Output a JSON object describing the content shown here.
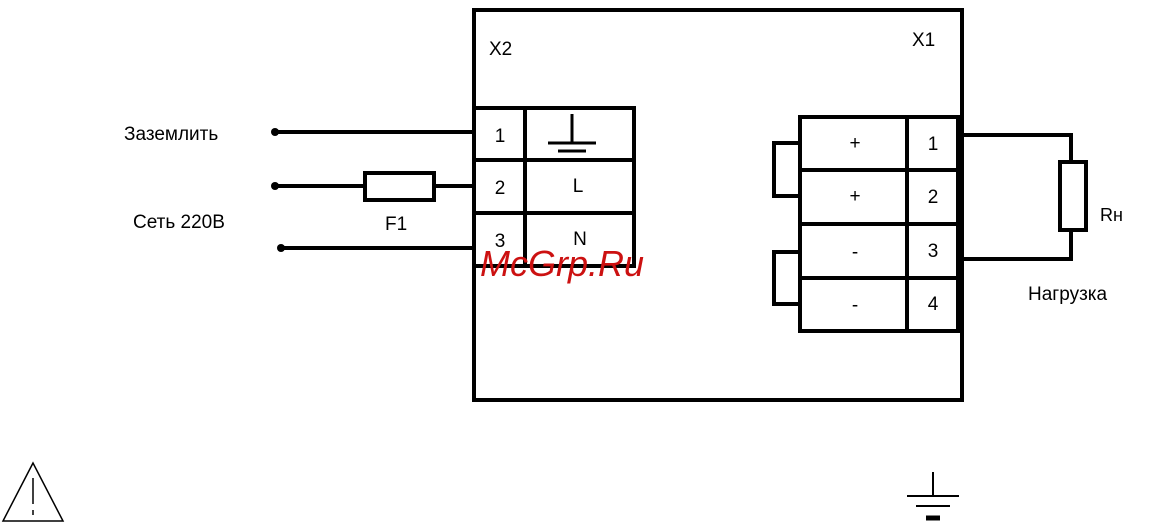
{
  "labels": {
    "x2": "X2",
    "x1": "X1",
    "ground": "Заземлить",
    "network": "Сеть 220В",
    "fuse": "F1",
    "resistor": "Rн",
    "load": "Нагрузка"
  },
  "x2_terminals": [
    {
      "num": "1",
      "func": ""
    },
    {
      "num": "2",
      "func": "L"
    },
    {
      "num": "3",
      "func": "N"
    }
  ],
  "x1_terminals": [
    {
      "sign": "+",
      "num": "1"
    },
    {
      "sign": "+",
      "num": "2"
    },
    {
      "sign": "-",
      "num": "3"
    },
    {
      "sign": "-",
      "num": "4"
    }
  ],
  "watermark": "McGrp.Ru",
  "colors": {
    "line": "#000000",
    "watermark": "#cc1111"
  }
}
